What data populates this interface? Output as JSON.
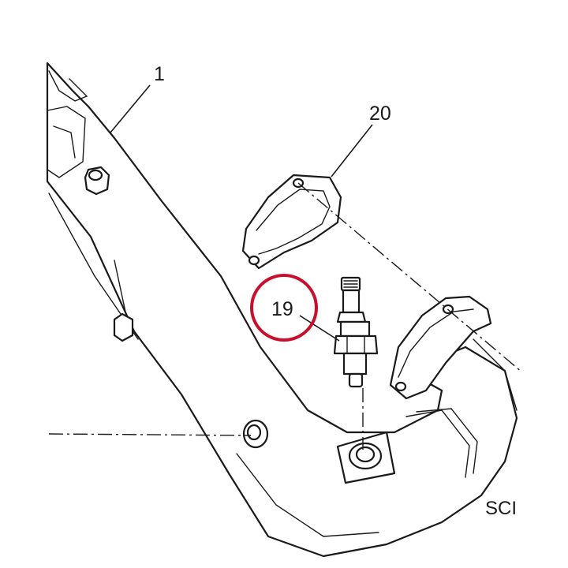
{
  "callouts": {
    "exhaust_pipe": "1",
    "gasket": "20",
    "lambda_sensor": "19"
  },
  "drawing_code": "SCI",
  "colors": {
    "highlight": "#c8102e",
    "line": "#1a1a1a",
    "background": "#ffffff"
  }
}
